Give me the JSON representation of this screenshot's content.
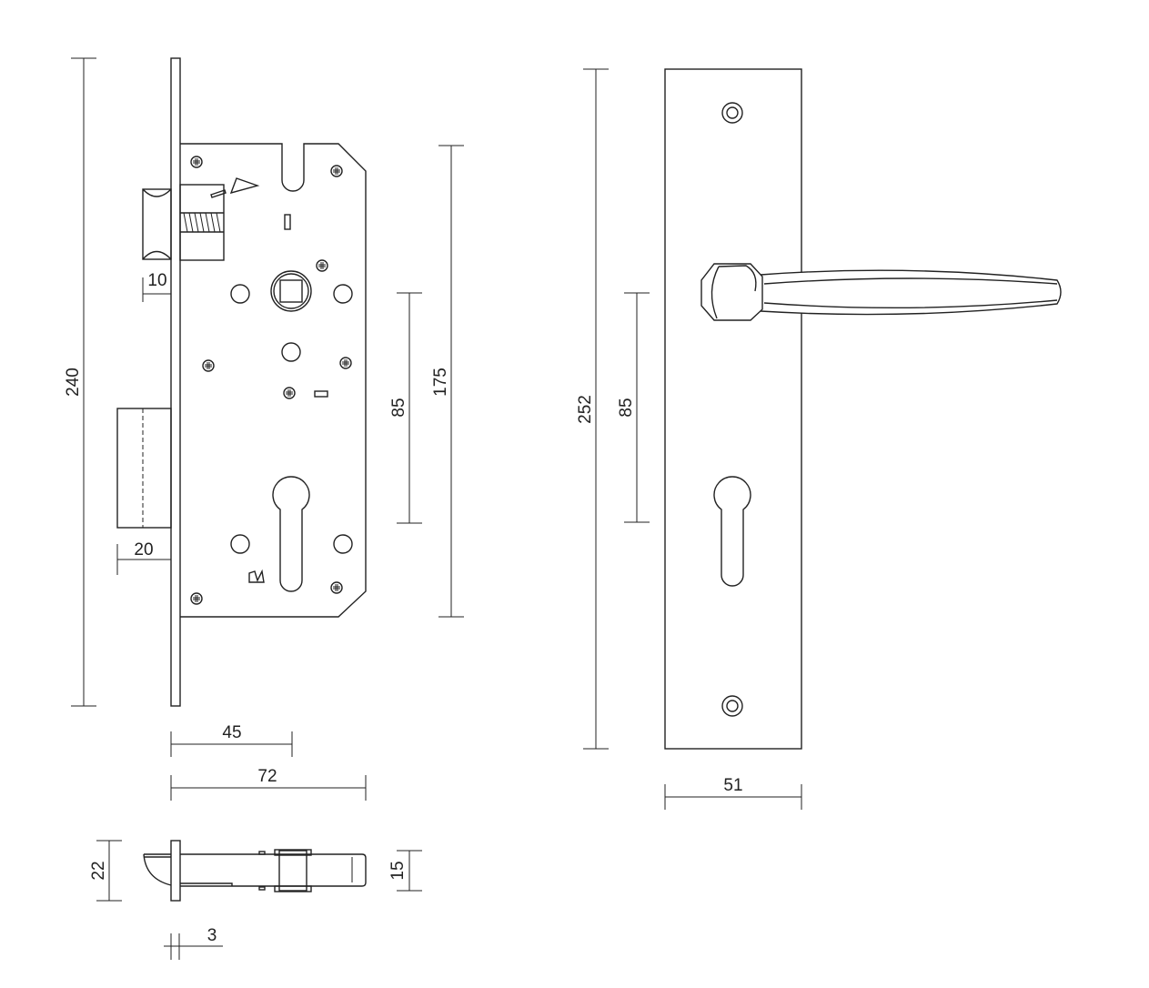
{
  "dimensions": {
    "lock_height": "240",
    "case_height": "175",
    "center_distance": "85",
    "latch_projection": "10",
    "bolt_projection": "20",
    "backset": "45",
    "case_depth": "72",
    "plate_height": "252",
    "plate_center_distance": "85",
    "plate_width": "51",
    "faceplate_width": "22",
    "case_thickness": "15",
    "faceplate_thickness": "3"
  },
  "colors": {
    "line": "#222222",
    "background": "#ffffff"
  }
}
